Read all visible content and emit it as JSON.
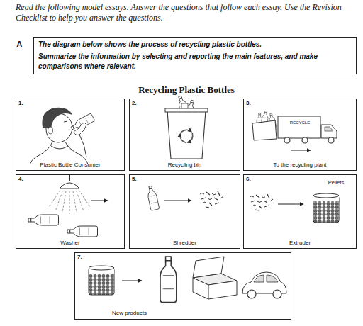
{
  "diagram": {
    "title": "Recycling Plastic Bottles",
    "nodes": [
      {
        "text": [
          "The diagram below shows the process of recycling plastic bottles.",
          "Summarize the information by selecting and reporting the main features, and make comparisons where relevant."
        ]
      },
      {
        "text": [
          "1.",
          "Plastic Bottle Consumer"
        ]
      },
      {
        "text": [
          "2.",
          "Recycling bin"
        ]
      },
      {
        "text": [
          "3.",
          "RECYCLE",
          "To the recycling plant"
        ]
      },
      {
        "text": [
          "4.",
          "Washer"
        ]
      },
      {
        "text": [
          "5.",
          "Shredder"
        ]
      },
      {
        "text": [
          "6.",
          "Pellets",
          "Extruder"
        ]
      },
      {
        "text": [
          "7.",
          "New products"
        ]
      }
    ],
    "labels": [
      "Read the following model essays. Answer the questions that follow each essay. Use the Revision Checklist to help you answer the questions.",
      "A"
    ]
  }
}
